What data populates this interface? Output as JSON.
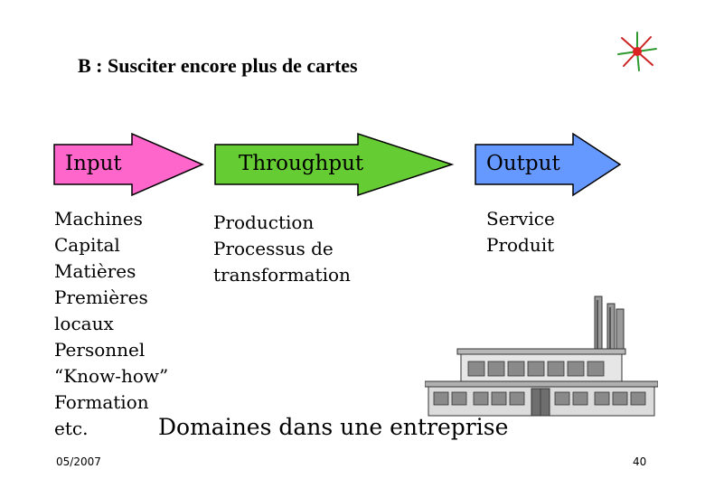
{
  "title": "B : Susciter encore plus de cartes",
  "arrows": [
    {
      "label": "Input",
      "color": "#ff66cc"
    },
    {
      "label": "Throughput",
      "color": "#66cc33"
    },
    {
      "label": "Output",
      "color": "#6699ff"
    }
  ],
  "input_items": [
    "Machines",
    "Capital",
    "Matières",
    "Premières",
    "locaux",
    "Personnel",
    "“Know-how”",
    "Formation",
    "etc."
  ],
  "throughput_items": [
    "Production",
    "Processus de",
    "transformation"
  ],
  "output_items": [
    "Service",
    "Produit"
  ],
  "caption": "Domaines dans une entreprise",
  "footer": {
    "date": "05/2007",
    "page": "40"
  },
  "icons": [
    "star-logo-icon",
    "factory-icon"
  ]
}
